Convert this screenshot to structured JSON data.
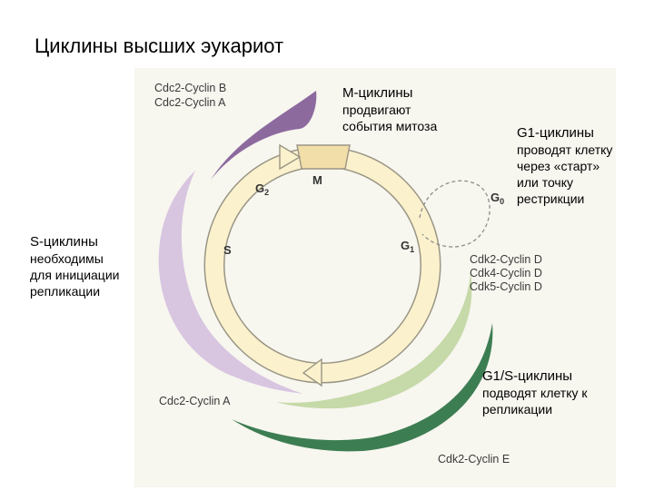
{
  "title": "Циклины высших эукариот",
  "captions": {
    "m_cyclins": {
      "head": "М-циклины",
      "lines": [
        "продвигают",
        "события митоза"
      ]
    },
    "g1_cyclins": {
      "head": "G1-циклины",
      "lines": [
        "проводят клетку",
        "через «старт»",
        "или точку",
        "рестрикции"
      ]
    },
    "s_cyclins": {
      "head": "S-циклины",
      "lines": [
        "необходимы",
        "для инициации",
        "репликации"
      ]
    },
    "g1s_cyclins": {
      "head": "G1/S-циклины",
      "lines": [
        "подводят клетку к",
        "репликации"
      ]
    }
  },
  "phases": {
    "m": "M",
    "g2": "G2",
    "g0": "G0",
    "g1": "G1",
    "s": "S"
  },
  "complexes": {
    "cdc2_cyclin_b": "Cdc2-Cyclin B",
    "cdc2_cyclin_a_top": "Cdc2-Cyclin A",
    "cdk2_cyclin_d": "Cdk2-Cyclin D",
    "cdk4_cyclin_d": "Cdk4-Cyclin D",
    "cdk5_cyclin_d": "Cdk5-Cyclin D",
    "cdc2_cyclin_a_bottom": "Cdc2-Cyclin A",
    "cdk2_cyclin_e": "Cdk2-Cyclin E"
  },
  "colors": {
    "figure_bg": "#f7f6ef",
    "cycle_fill": "#fbf2cd",
    "cycle_stroke": "#9a9585",
    "m_block": "#f2dea8",
    "purple": "#8c6a9e",
    "lavender": "#d8c5e0",
    "light_green": "#c6d9a8",
    "dark_green": "#3d7d52"
  }
}
